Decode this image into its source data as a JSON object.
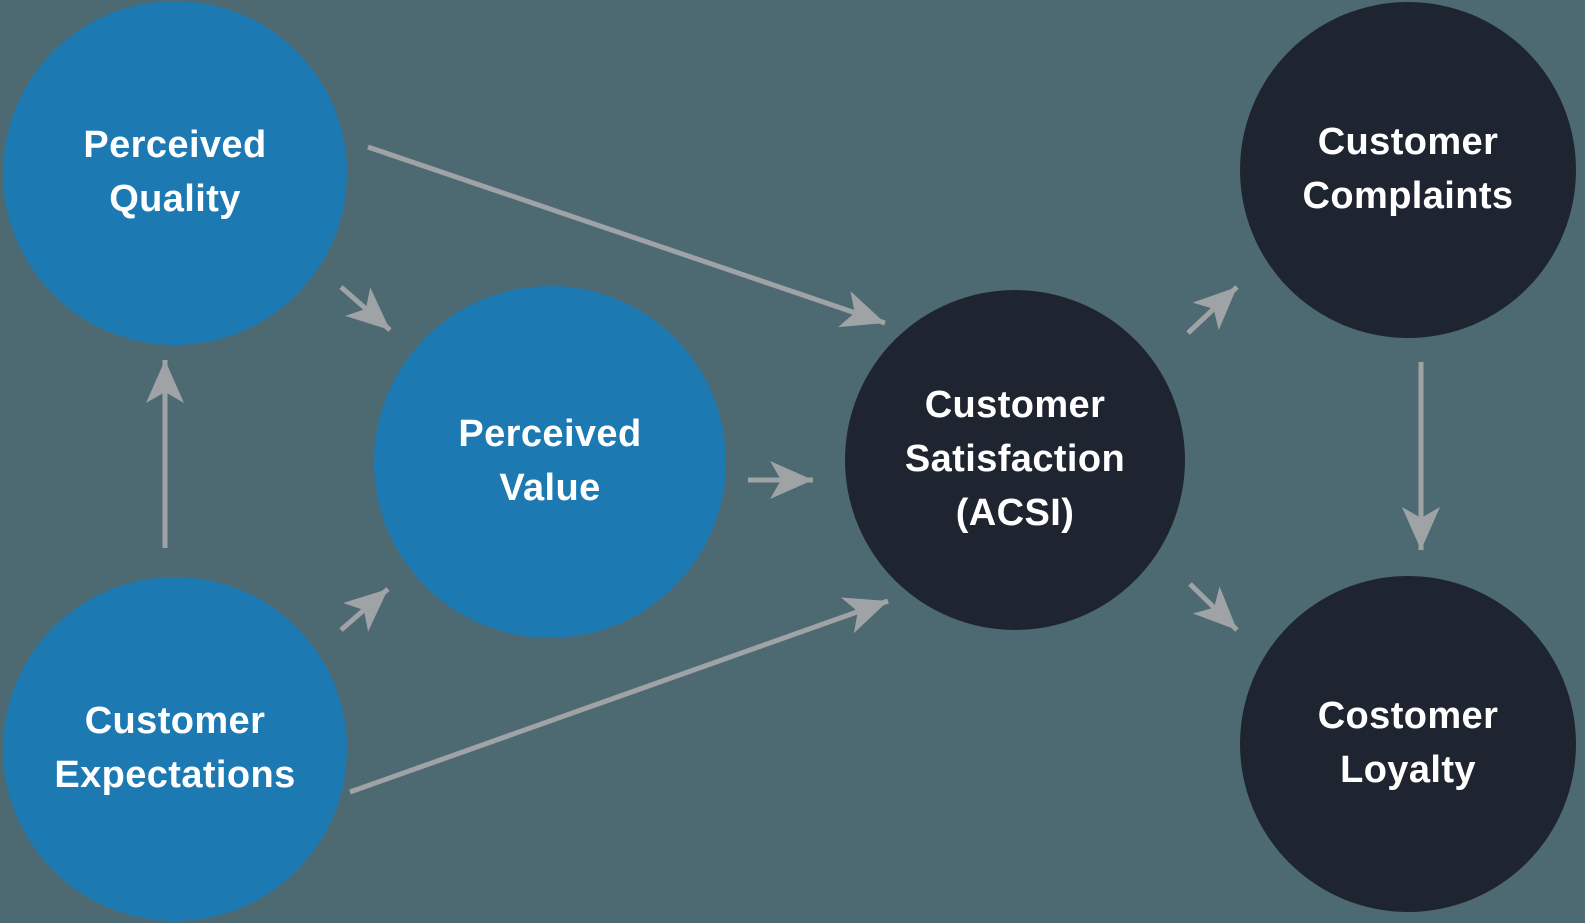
{
  "colors": {
    "background": "#4d6a73",
    "node_blue": "#1d79b2",
    "node_dark": "#1f2530",
    "arrow": "#a0a3a6",
    "text": "#ffffff"
  },
  "nodes": [
    {
      "id": "perceived-quality",
      "color": "blue",
      "lines": [
        "Perceived",
        "Quality"
      ]
    },
    {
      "id": "customer-expectations",
      "color": "blue",
      "lines": [
        "Customer",
        "Expectations"
      ]
    },
    {
      "id": "perceived-value",
      "color": "blue",
      "lines": [
        "Perceived",
        "Value"
      ]
    },
    {
      "id": "customer-satisfaction",
      "color": "dark",
      "lines": [
        "Customer",
        "Satisfaction",
        "(ACSI)"
      ]
    },
    {
      "id": "customer-complaints",
      "color": "dark",
      "lines": [
        "Customer",
        "Complaints"
      ]
    },
    {
      "id": "customer-loyalty",
      "color": "dark",
      "lines": [
        "Costomer",
        "Loyalty"
      ]
    }
  ],
  "edges": [
    {
      "from": "customer-expectations",
      "to": "perceived-quality"
    },
    {
      "from": "perceived-quality",
      "to": "perceived-value"
    },
    {
      "from": "customer-expectations",
      "to": "perceived-value"
    },
    {
      "from": "perceived-quality",
      "to": "customer-satisfaction"
    },
    {
      "from": "customer-expectations",
      "to": "customer-satisfaction"
    },
    {
      "from": "perceived-value",
      "to": "customer-satisfaction"
    },
    {
      "from": "customer-satisfaction",
      "to": "customer-complaints"
    },
    {
      "from": "customer-satisfaction",
      "to": "customer-loyalty"
    },
    {
      "from": "customer-complaints",
      "to": "customer-loyalty"
    }
  ]
}
